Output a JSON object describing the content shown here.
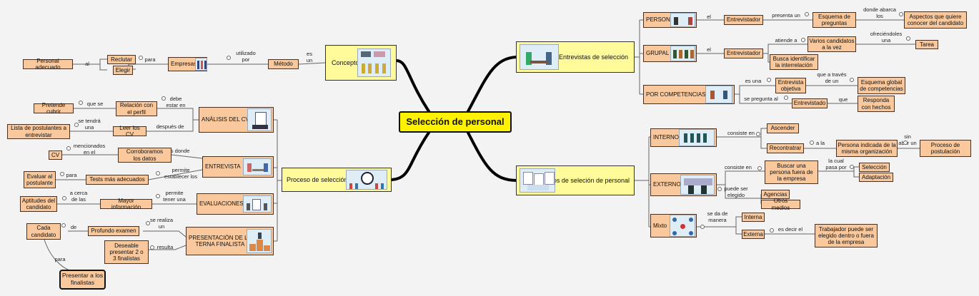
{
  "central": "Selección de personal",
  "concepto": {
    "title": "Concepto",
    "es_un": "es\nun",
    "metodo": "Método",
    "utilizado_por": "utilizado\npor",
    "empresas": "Empresas",
    "para": "para",
    "reclutar": "Reclutar",
    "elegir": "Elegir",
    "al": "al",
    "personal_adecuado": "Personal adecuado"
  },
  "proceso": {
    "title": "Proceso de selección",
    "analisis": "ANÁLISIS DEL CV",
    "debe_estar_en": "debe\nestar en",
    "relacion": "Relación con\nel perfil",
    "que_se": "que se",
    "pretende": "Pretende cubrir",
    "despues_de": "después de",
    "leer_cv": "Leer los CV",
    "se_tendra_una": "se tendrá\nuna",
    "lista": "Lista de postulantes a\nentrevistar",
    "entrevista": "ENTREVISTA",
    "es_donde": "es donde",
    "corroboramos": "Corroboramos\nlos datos",
    "mencionados": "mencionados\nen el",
    "cv": "CV",
    "permite_establecer": "permite\nestablecer los",
    "tests": "Tests más adecuados",
    "para": "para",
    "evaluar": "Evaluar al\npostulante",
    "evaluaciones": "EVALUACIONES",
    "permite_tener": "permite\ntener una",
    "mayor_info": "Mayor información",
    "acerca": "a cerca\nde las",
    "aptitudes": "Aptitudes del\ncandidato",
    "presentacion": "PRESENTACIÓN DE LA\nTERNA FINALISTA",
    "se_realiza": "se realiza\nun",
    "profundo": "Profundo examen",
    "de": "de",
    "cada": "Cada\ncandidato",
    "para2": "para",
    "presentar": "Presentar a los\nfinalistas",
    "resulta": "resulta",
    "deseable": "Deseable\npresentar 2 o\n3 finalistas"
  },
  "entrevistas": {
    "title": "Entrevistas de selección",
    "personal": "PERSONAL",
    "el1": "el",
    "entrevistador1": "Entrevistador",
    "presenta_un": "presenta un",
    "esquema_preguntas": "Esquema de\npreguntas",
    "donde_abarca": "donde abarca\nlos",
    "aspectos": "Aspectos que quiere\nconocer del candidato",
    "grupal": "GRUPAL",
    "el2": "el",
    "entrevistador2": "Entrevistador",
    "atiende_a": "atiende a",
    "varios": "Varios candidatos\na la vez",
    "ofreciendoles": "ofreciéndoles\nuna",
    "tarea": "Tarea",
    "busca": "Busca identificar\nla interrelación",
    "competencias": "POR COMPETENCIAS",
    "es_una": "es una",
    "objetiva": "Entrevista\nobjetiva",
    "que_traves": "que a través\nde un",
    "esquema_global": "Esquema global\nde competencias",
    "se_pregunta": "se pregunta al",
    "entrevistado": "Entrevistado",
    "que": "que",
    "responda": "Responda\ncon hechos"
  },
  "tipos": {
    "title": "Tipos de seleción de personal",
    "interno": "INTERNO",
    "consiste_en1": "consiste en",
    "ascender": "Ascender",
    "recontratrar": "Recontratrar",
    "a_la": "a la",
    "persona_indicada": "Persona indicada de la\nmisma organización",
    "sin_abrir": "sin\nabrir un",
    "proceso_post": "Proceso de\npostulación",
    "externo": "EXTERNO",
    "consiste_en2": "consiste en",
    "buscar": "Buscar una\npersona fuera de\nla empresa",
    "la_cual": "la cual\npasa por",
    "seleccion": "Selección",
    "adaptacion": "Adaptación",
    "puede_ser": "puede ser\nelegido",
    "agencias": "Agencias",
    "otros": "Otros medios",
    "mixto": "Mixto",
    "se_da": "se da de\nmanera",
    "interna": "Interna",
    "externa": "Externa",
    "es_decir": "es decir el",
    "trabajador": "Trabajador puede ser\nelegido dentro o fuera\nde la empresa"
  }
}
